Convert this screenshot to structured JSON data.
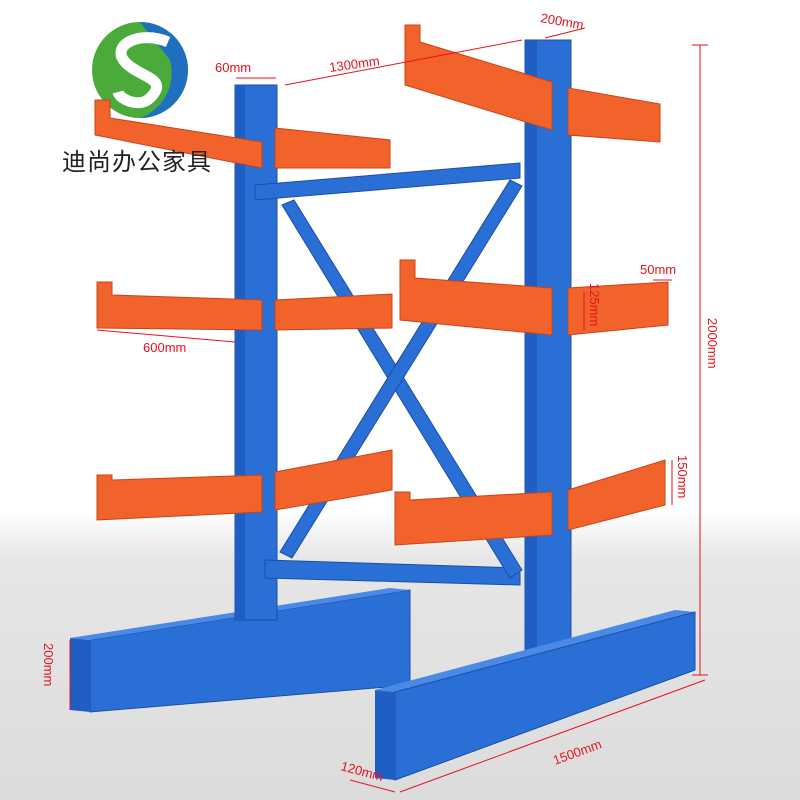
{
  "brand": {
    "name": "迪尚办公家具",
    "logo": "green-blue-s-logo"
  },
  "dimensions": {
    "arm_width": "200mm",
    "column_width": "60mm",
    "column_spacing": "1300mm",
    "arm_lip": "50mm",
    "arm_height": "125mm",
    "total_height": "2000mm",
    "arm_length": "600mm",
    "arm_end_height": "150mm",
    "base_height": "200mm",
    "base_length": "1500mm",
    "base_width": "120mm"
  },
  "colors": {
    "frame": "#2a6fd6",
    "arms": "#f2622b",
    "dimension_lines": "#e8121d"
  }
}
